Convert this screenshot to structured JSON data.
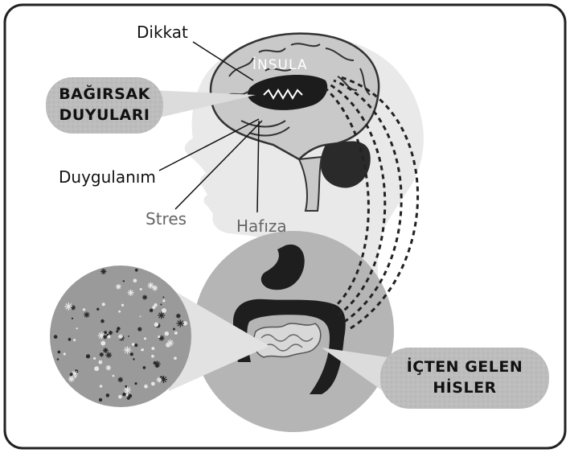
{
  "labels": {
    "attention": "Dikkat",
    "insula": "İNSULA",
    "emotion": "Duygulanım",
    "stress": "Stres",
    "memory": "Hafıza"
  },
  "callouts": {
    "gut_sensations": {
      "line1": "BAĞIRSAK",
      "line2": "DUYULARI"
    },
    "inner_feelings": {
      "line1": "İÇTEN GELEN",
      "line2": "HİSLER"
    }
  },
  "colors": {
    "frame": "#222222",
    "head_fill": "#e9e9e9",
    "brain_fill": "#c9c9c9",
    "brain_outline": "#333333",
    "insula_fill": "#1c1c1c",
    "callout_fill": "#bdbdbd",
    "gut_disc_fill": "#b5b5b5",
    "intestine_fill": "#1e1e1e",
    "microbe_disc_fill": "#9a9a9a",
    "dashed_nerves": "#222222"
  },
  "icons": [
    "brain-icon",
    "head-silhouette-icon",
    "stomach-icon",
    "intestine-icon",
    "microbiome-icon"
  ]
}
